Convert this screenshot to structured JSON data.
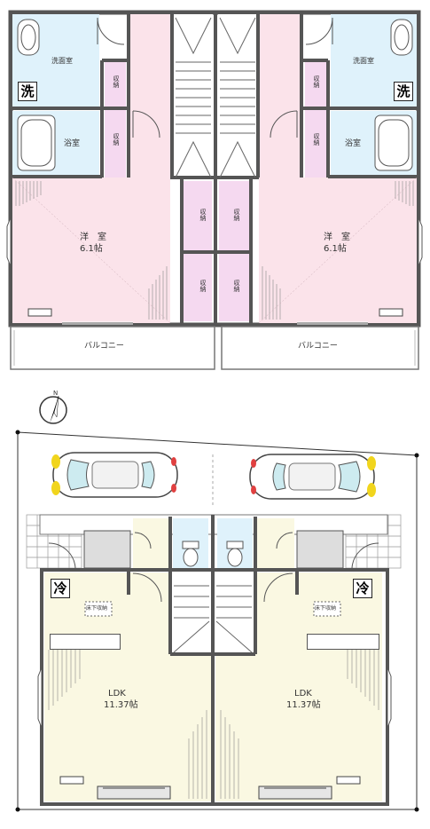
{
  "upper": {
    "left": {
      "washroom": "洗面室",
      "washer": "洗",
      "storage": "収納",
      "bath": "浴室",
      "room_name": "洋　室",
      "room_size": "6.1帖",
      "balcony": "バルコニー"
    },
    "right": {
      "washroom": "洗面室",
      "washer": "洗",
      "storage": "収納",
      "bath": "浴室",
      "room_name": "洋　室",
      "room_size": "6.1帖",
      "balcony": "バルコニー"
    },
    "center_storage": "収納"
  },
  "compass": {
    "north": "N"
  },
  "lower": {
    "left": {
      "fridge": "冷",
      "under_floor": "床下収納",
      "ldk_name": "LDK",
      "ldk_size": "11.37帖"
    },
    "right": {
      "fridge": "冷",
      "under_floor": "床下収納",
      "ldk_name": "LDK",
      "ldk_size": "11.37帖"
    }
  },
  "colors": {
    "wall": "#555555",
    "pink": "#fbe3ea",
    "blue": "#dff2fb",
    "cream": "#faf8e2",
    "storage": "#f5d9f0"
  }
}
